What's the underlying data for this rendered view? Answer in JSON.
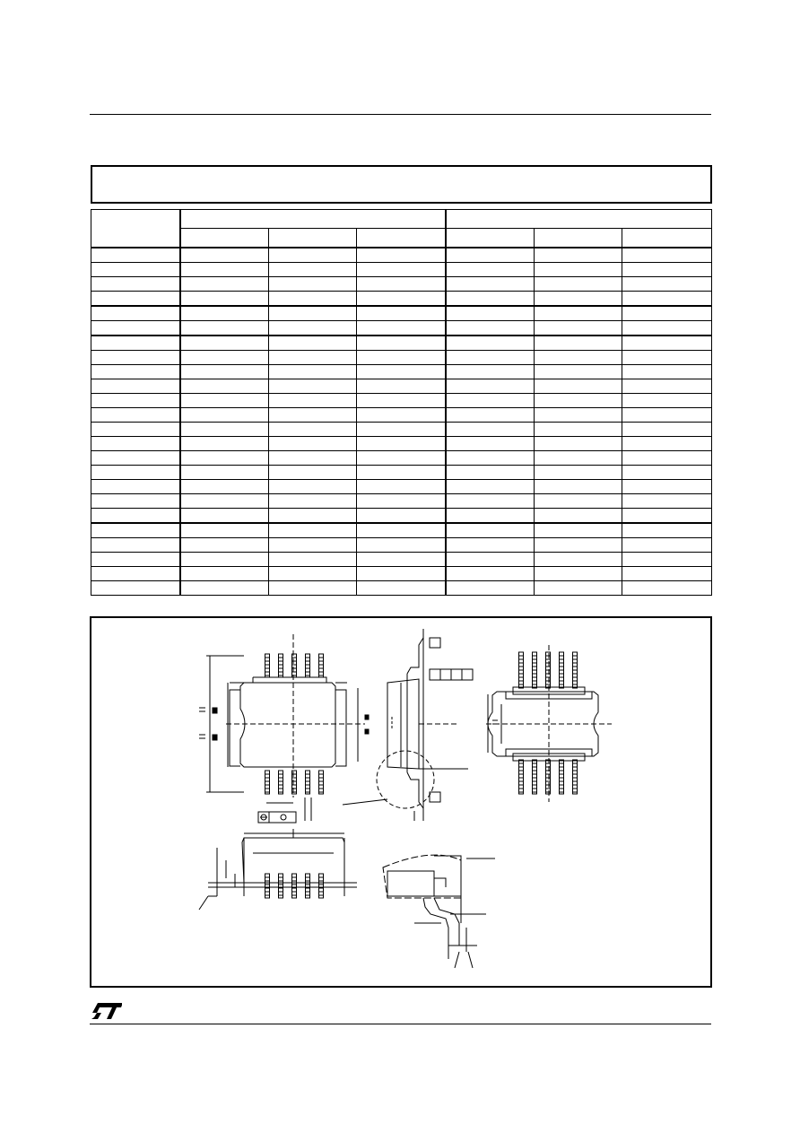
{
  "document": {
    "logo_icon": "st-logo-icon",
    "dimension_table": {
      "column_groups": 2,
      "columns_per_group": 3,
      "rows": 24
    },
    "package_drawing": {
      "datum_labels": [
        "",
        "",
        ""
      ]
    }
  }
}
